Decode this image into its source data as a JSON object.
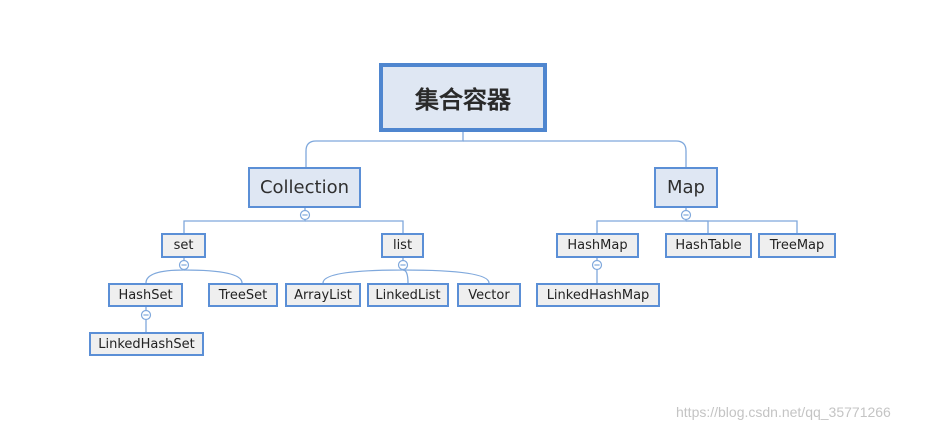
{
  "diagram": {
    "root": "集合容器",
    "collection": "Collection",
    "map": "Map",
    "set": "set",
    "list": "list",
    "hashset": "HashSet",
    "treeset": "TreeSet",
    "linkedhashset": "LinkedHashSet",
    "arraylist": "ArrayList",
    "linkedlist": "LinkedList",
    "vector": "Vector",
    "hashmap": "HashMap",
    "hashtable": "HashTable",
    "treemap": "TreeMap",
    "linkedhashmap": "LinkedHashMap"
  },
  "collapse_symbol": "⊖",
  "watermark": "https://blog.csdn.net/qq_35771266",
  "colors": {
    "connector": "#7fa8dc",
    "border": "#5b8fd6"
  }
}
